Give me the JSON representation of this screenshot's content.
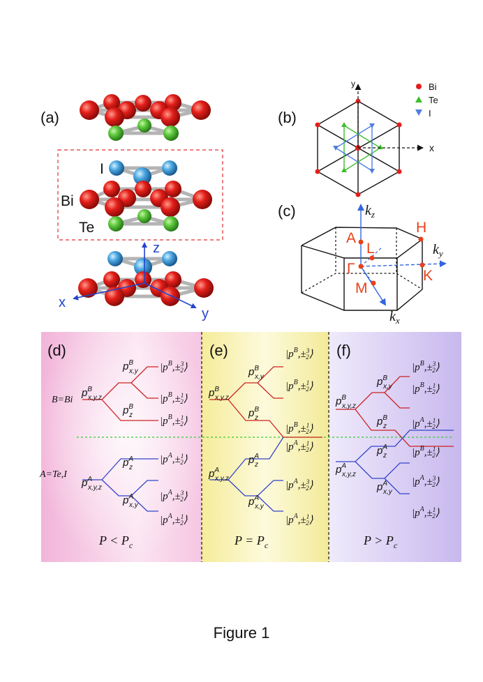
{
  "panels": {
    "a": "(a)",
    "b": "(b)",
    "c": "(c)",
    "d": "(d)",
    "e": "(e)",
    "f": "(f)"
  },
  "crystal": {
    "atom_labels": {
      "I": "I",
      "Bi": "Bi",
      "Te": "Te"
    },
    "axes": {
      "x": "x",
      "y": "y",
      "z": "z"
    },
    "colors": {
      "Bi": "#e0201c",
      "Te": "#55c43a",
      "I": "#4aa6e0",
      "bond": "#bdbdbd",
      "axis": "#2244cc",
      "box": "#e03030"
    }
  },
  "lattice": {
    "axes": {
      "x": "x",
      "y": "y"
    },
    "legend": [
      {
        "label": "Bi",
        "color": "#e0201c",
        "marker": "circle"
      },
      {
        "label": "Te",
        "color": "#3cbf2a",
        "marker": "triangle-up"
      },
      {
        "label": "I",
        "color": "#4f7fe0",
        "marker": "triangle-down"
      }
    ]
  },
  "brillouin": {
    "points": {
      "A": "A",
      "H": "H",
      "L": "L",
      "Gamma": "Γ",
      "K": "K",
      "M": "M"
    },
    "axes": {
      "kz": "k",
      "kz_sub": "z",
      "ky": "k",
      "ky_sub": "y",
      "kx": "k",
      "kx_sub": "x"
    },
    "colors": {
      "points": "#e8401a",
      "axis": "#3366dd"
    }
  },
  "levels": {
    "colors": {
      "B": "#cc2222",
      "A": "#3344cc",
      "fermi": "#33cc33",
      "d_bg": "#f2b8dd",
      "e_bg": "#f6f0a0",
      "f_bg": "#cdc0ef"
    },
    "d": {
      "B_label": "B=Bi",
      "A_label": "A=Te,I",
      "B_root": "p",
      "B_root_sup": "B",
      "B_root_sub": "x,y,z",
      "B_xy": "p",
      "B_xy_sup": "B",
      "B_xy_sub": "x,y",
      "B_z": "p",
      "B_z_sup": "B",
      "B_z_sub": "z",
      "A_root": "p",
      "A_root_sup": "A",
      "A_root_sub": "x,y,z",
      "A_xy": "p",
      "A_xy_sup": "A",
      "A_xy_sub": "x,y",
      "A_z": "p",
      "A_z_sup": "A",
      "A_z_sub": "z",
      "states": [
        "|p^B,±3/2⟩",
        "|p^B,±1/2⟩",
        "|p^B,±1/2⟩",
        "|p^A,±1/2⟩",
        "|p^A,±3/2⟩",
        "|p^A,±1/2⟩"
      ],
      "condition": "P < P",
      "condition_sub": "c"
    },
    "e": {
      "states": [
        "|p^B,±3/2⟩",
        "|p^B,±1/2⟩",
        "|p^B,±1/2⟩",
        "|p^A,±1/2⟩",
        "|p^A,±3/2⟩",
        "|p^A,±1/2⟩"
      ],
      "condition": "P = P",
      "condition_sub": "c"
    },
    "f": {
      "states": [
        "|p^B,±3/2⟩",
        "|p^B,±1/2⟩",
        "|p^A,±1/2⟩",
        "|p^B,±1/2⟩",
        "|p^A,±3/2⟩",
        "|p^A,±1/2⟩"
      ],
      "condition": "P > P",
      "condition_sub": "c"
    }
  },
  "caption": "Figure 1"
}
